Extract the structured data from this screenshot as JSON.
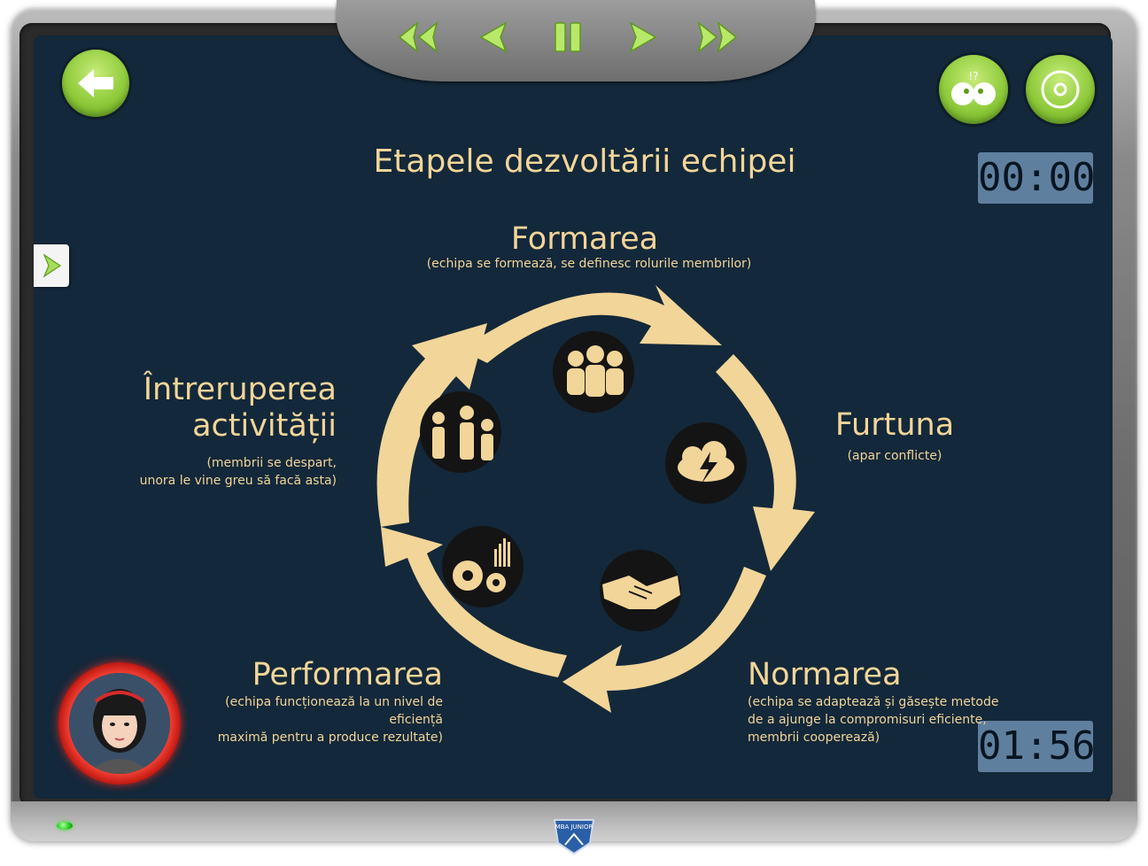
{
  "app": {
    "title": "Etapele dezvoltării echipei",
    "timer_elapsed": "00:00",
    "timer_total": "01:56",
    "logo_text": "MBA JUNIOR"
  },
  "controls": {
    "rewind": "fast-rewind-icon",
    "previous": "previous-icon",
    "pause": "pause-icon",
    "next": "next-icon",
    "fast_forward": "fast-forward-icon",
    "back": "back-arrow-icon",
    "help": "help-characters-icon",
    "disc": "disc-icon",
    "side_panel": "expand-panel-icon"
  },
  "stages": {
    "formarea": {
      "title": "Formarea",
      "desc": "(echipa se formează, se definesc rolurile membrilor)"
    },
    "furtuna": {
      "title": "Furtuna",
      "desc": "(apar conflicte)"
    },
    "normarea": {
      "title": "Normarea",
      "desc_lines": [
        "(echipa se adaptează și găsește metode",
        "de a ajunge la compromisuri eficiente,",
        "membrii cooperează)"
      ]
    },
    "performarea": {
      "title": "Performarea",
      "desc_lines": [
        "(echipa funcționează la un nivel de eficiență",
        "maximă pentru a produce rezultate)"
      ]
    },
    "intreruperea": {
      "title_lines": [
        "Întreruperea",
        "activității"
      ],
      "desc_lines": [
        "(membrii se despart,",
        "unora le vine greu să facă asta)"
      ]
    }
  },
  "colors": {
    "screen_bg": "#13283a",
    "accent_gold": "#f2d598",
    "button_green": "#8fcb3b",
    "timer_bg": "#5f7f9e",
    "avatar_ring": "#ff3b30"
  }
}
